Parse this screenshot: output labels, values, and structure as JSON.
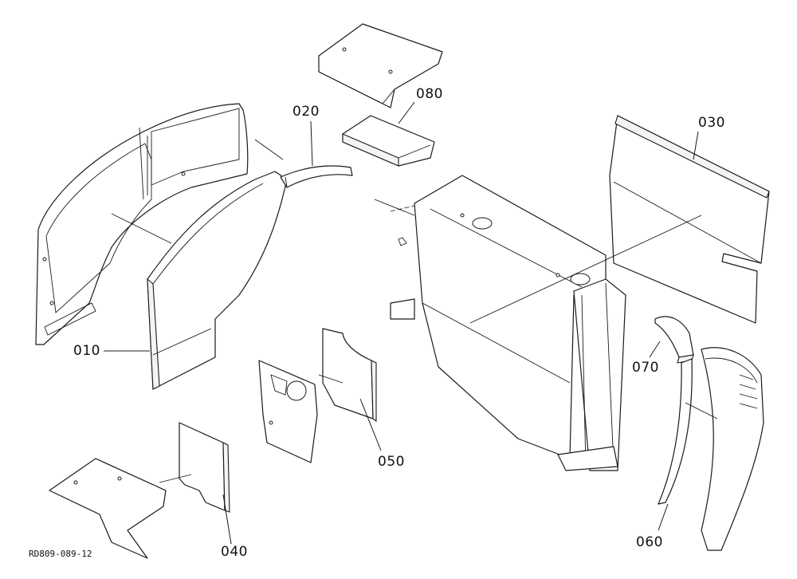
{
  "diagram": {
    "type": "exploded-parts-view",
    "reference_code": "RD809-089-12",
    "callouts": [
      {
        "id": "010",
        "label": "010"
      },
      {
        "id": "020",
        "label": "020"
      },
      {
        "id": "030",
        "label": "030"
      },
      {
        "id": "040",
        "label": "040"
      },
      {
        "id": "050",
        "label": "050"
      },
      {
        "id": "060",
        "label": "060"
      },
      {
        "id": "070",
        "label": "070"
      },
      {
        "id": "080",
        "label": "080"
      }
    ]
  }
}
